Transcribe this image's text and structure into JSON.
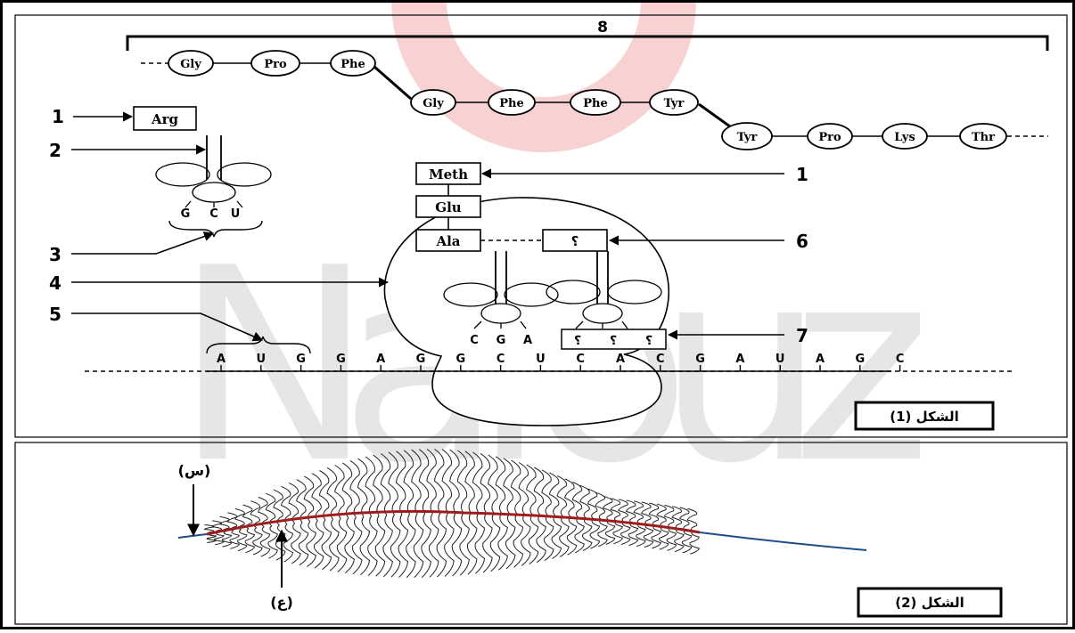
{
  "figure1": {
    "caption": "الشكل (1)",
    "bracket_label": "8",
    "chain_row1": [
      "Gly",
      "Pro",
      "Phe"
    ],
    "chain_row2": [
      "Gly",
      "Phe",
      "Phe",
      "Tyr"
    ],
    "chain_row3": [
      "Tyr",
      "Pro",
      "Lys",
      "Thr"
    ],
    "growing_chain": [
      "Meth",
      "Glu",
      "Ala"
    ],
    "unknown_amino_acid": "؟",
    "free_trna_amino_acid": "Arg",
    "free_trna_anticodon": [
      "G",
      "C",
      "U"
    ],
    "ribosome_trna_anticodon": [
      "C",
      "G",
      "A"
    ],
    "unknown_anticodon": [
      "؟",
      "؟",
      "؟"
    ],
    "mrna_bases": [
      "A",
      "U",
      "G",
      "G",
      "A",
      "G",
      "G",
      "C",
      "U",
      "C",
      "A",
      "C",
      "G",
      "A",
      "U",
      "A",
      "G",
      "C"
    ],
    "labels": {
      "l1a": "1",
      "l2": "2",
      "l3": "3",
      "l4": "4",
      "l5": "5",
      "l1b": "1",
      "l6": "6",
      "l7": "7"
    }
  },
  "figure2": {
    "caption": "الشكل (2)",
    "label_top": "(س)",
    "label_bottom": "(ع)"
  },
  "watermark": "Nafouz",
  "colors": {
    "watermark_text": "#e6e6e6",
    "watermark_logo": "#f8d2d2",
    "mrna_strand": "#1d4e8a",
    "transcripts_axis": "#a01c1c"
  }
}
